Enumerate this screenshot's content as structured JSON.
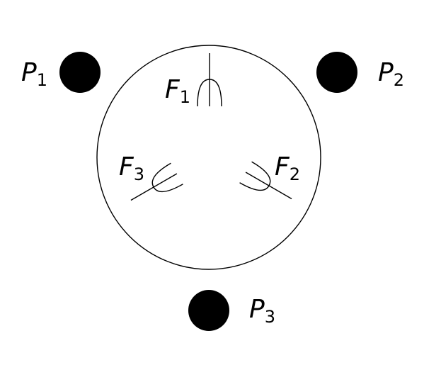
{
  "diagram": {
    "philosophers": [
      {
        "letter": "P",
        "index": "1"
      },
      {
        "letter": "P",
        "index": "2"
      },
      {
        "letter": "P",
        "index": "3"
      }
    ],
    "forks": [
      {
        "letter": "F",
        "index": "1"
      },
      {
        "letter": "F",
        "index": "2"
      },
      {
        "letter": "F",
        "index": "3"
      }
    ],
    "colors": {
      "ink": "#000000",
      "background": "#ffffff"
    }
  }
}
